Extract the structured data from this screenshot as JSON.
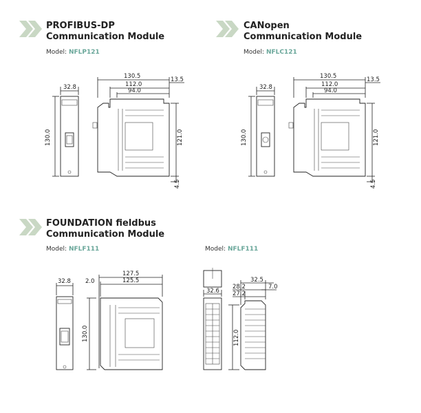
{
  "brand_color": "#6aa79a",
  "modules": [
    {
      "title_line1": "PROFIBUS-DP",
      "title_line2": "Communication Module",
      "model_label": "Model:",
      "model_value": "NFLP121",
      "dims": {
        "d1": "130.5",
        "d2": "112.0",
        "d3": "94.0",
        "d4": "13.5",
        "w": "32.8",
        "h": "130.0",
        "h2": "121.0",
        "h3": "4.5"
      }
    },
    {
      "title_line1": "CANopen",
      "title_line2": "Communication Module",
      "model_label": "Model:",
      "model_value": "NFLC121",
      "dims": {
        "d1": "130.5",
        "d2": "112.0",
        "d3": "94.0",
        "d4": "13.5",
        "w": "32.8",
        "h": "130.0",
        "h2": "121.0",
        "h3": "4.5"
      }
    },
    {
      "title_line1": "FOUNDATION fieldbus",
      "title_line2": "Communication Module",
      "model_label": "Model:",
      "model_value": "NFLF111",
      "dims": {
        "d1": "127.5",
        "d2": "125.5",
        "d3": "2.0",
        "w": "32.8",
        "h": "130.0"
      }
    },
    {
      "model_label": "Model:",
      "model_value": "NFLF111",
      "dims": {
        "w1": "32.5",
        "w2": "28.2",
        "w3": "27.2",
        "w4": "7.0",
        "w5": "32.6",
        "h": "112.0"
      }
    }
  ]
}
